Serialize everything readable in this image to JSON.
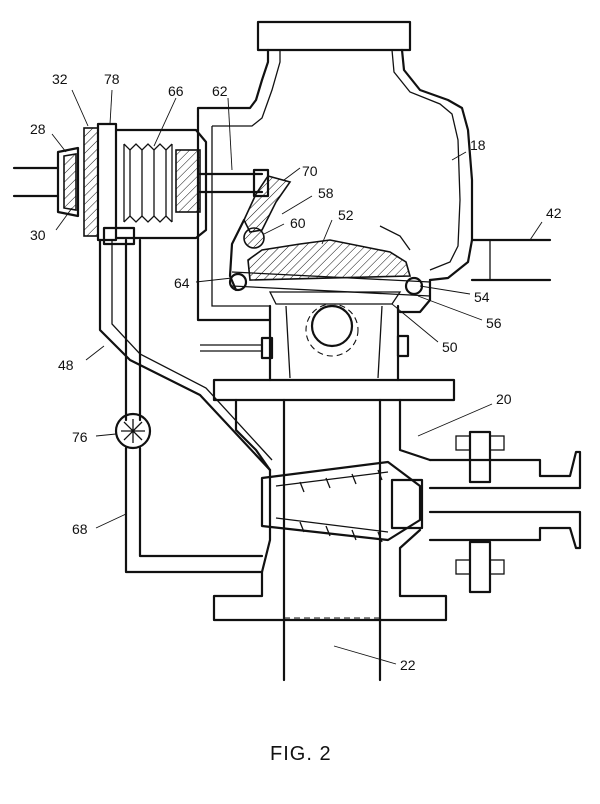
{
  "caption": "FIG. 2",
  "labels": [
    {
      "id": "18",
      "text": "18"
    },
    {
      "id": "20",
      "text": "20"
    },
    {
      "id": "22",
      "text": "22"
    },
    {
      "id": "28",
      "text": "28"
    },
    {
      "id": "30",
      "text": "30"
    },
    {
      "id": "32",
      "text": "32"
    },
    {
      "id": "42",
      "text": "42"
    },
    {
      "id": "48",
      "text": "48"
    },
    {
      "id": "50",
      "text": "50"
    },
    {
      "id": "52",
      "text": "52"
    },
    {
      "id": "54",
      "text": "54"
    },
    {
      "id": "56",
      "text": "56"
    },
    {
      "id": "58",
      "text": "58"
    },
    {
      "id": "60",
      "text": "60"
    },
    {
      "id": "62",
      "text": "62"
    },
    {
      "id": "64",
      "text": "64"
    },
    {
      "id": "66",
      "text": "66"
    },
    {
      "id": "68",
      "text": "68"
    },
    {
      "id": "70",
      "text": "70"
    },
    {
      "id": "76",
      "text": "76"
    },
    {
      "id": "78",
      "text": "78"
    }
  ]
}
